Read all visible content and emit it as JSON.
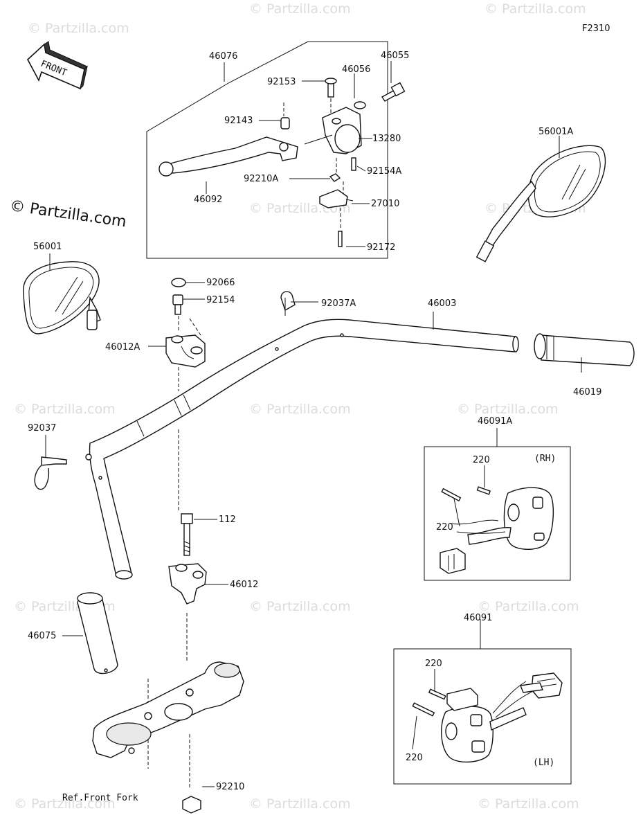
{
  "figure_code": "F2310",
  "front_label": "FRONT",
  "brand": "© Partzilla.com",
  "watermark": "© Partzilla.com",
  "reference": "Ref.Front Fork",
  "switch_labels": {
    "right": "(RH)",
    "left": "(LH)"
  },
  "parts": {
    "p46076": "46076",
    "p46055": "46055",
    "p46056": "46056",
    "p92153": "92153",
    "p92143": "92143",
    "p13280": "13280",
    "p92154A": "92154A",
    "p92210A": "92210A",
    "p46092": "46092",
    "p27010": "27010",
    "p92172": "92172",
    "p56001A": "56001A",
    "p56001": "56001",
    "p92066": "92066",
    "p92154": "92154",
    "p92037A": "92037A",
    "p46003": "46003",
    "p46012A": "46012A",
    "p46019": "46019",
    "p92037": "92037",
    "p46091A": "46091A",
    "p220a": "220",
    "p220b": "220",
    "p112": "112",
    "p46012": "46012",
    "p46075": "46075",
    "p46091": "46091",
    "p220c": "220",
    "p220d": "220",
    "p92210": "92210"
  }
}
